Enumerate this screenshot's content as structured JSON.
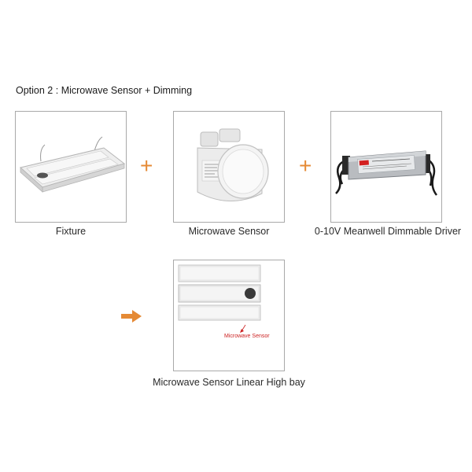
{
  "title": {
    "prefix": "Option 2",
    "separator": " : ",
    "text": "Microwave Sensor + Dimming"
  },
  "components": [
    {
      "caption": "Fixture",
      "icon": "linear-high-bay-fixture-image"
    },
    {
      "caption": "Microwave Sensor",
      "icon": "microwave-sensor-image"
    },
    {
      "caption": "0-10V Meanwell Dimmable Driver",
      "icon": "dimmable-driver-image"
    }
  ],
  "operators": [
    "+",
    "+"
  ],
  "result": {
    "caption": "Microwave Sensor Linear High bay",
    "callout_label": "Microwave Sensor",
    "icon": "fixture-with-sensor-image"
  },
  "colors": {
    "accent": "#e58a35",
    "callout": "#cc2222",
    "border": "#a9a9a9"
  }
}
